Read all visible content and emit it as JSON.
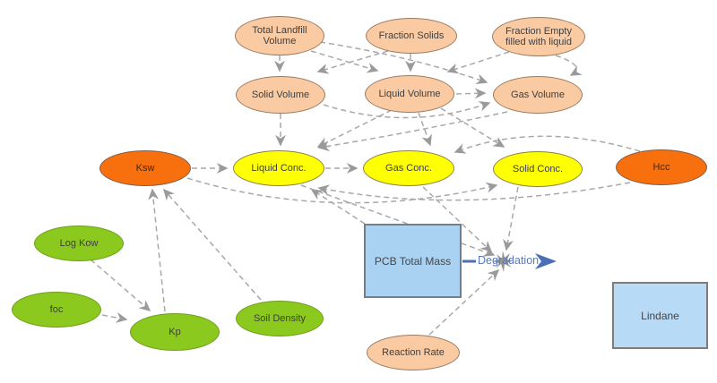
{
  "palette": {
    "converter_fill": "#facba3",
    "concentration_fill": "#ffff04",
    "coefficient_fill": "#f8700e",
    "soil_param_fill": "#8bc91e",
    "stock_fill": "#a9d2f2",
    "arrow_gray": "#a8a8a8",
    "flow_blue": "#4a6fb5"
  },
  "nodes": {
    "total_landfill_volume": {
      "label": "Total Landfill Volume"
    },
    "fraction_solids": {
      "label": "Fraction Solids"
    },
    "fraction_empty": {
      "label": "Fraction Empty filled with liquid"
    },
    "solid_volume": {
      "label": "Solid Volume"
    },
    "liquid_volume": {
      "label": "Liquid Volume"
    },
    "gas_volume": {
      "label": "Gas Volume"
    },
    "ksw": {
      "label": "Ksw"
    },
    "liquid_conc": {
      "label": "Liquid Conc."
    },
    "gas_conc": {
      "label": "Gas Conc."
    },
    "solid_conc": {
      "label": "Solid Conc."
    },
    "hcc": {
      "label": "Hcc"
    },
    "log_kow": {
      "label": "Log Kow"
    },
    "foc": {
      "label": "foc"
    },
    "kp": {
      "label": "Kp"
    },
    "soil_density": {
      "label": "Soil Density"
    },
    "reaction_rate": {
      "label": "Reaction Rate"
    },
    "pcb_total_mass": {
      "label": "PCB Total Mass"
    },
    "lindane": {
      "label": "Lindane"
    }
  },
  "flow": {
    "degradation_label": "Degradation"
  },
  "edges": [
    {
      "from": "Total Landfill Volume",
      "to": "Solid Volume"
    },
    {
      "from": "Total Landfill Volume",
      "to": "Liquid Volume"
    },
    {
      "from": "Total Landfill Volume",
      "to": "Gas Volume"
    },
    {
      "from": "Fraction Solids",
      "to": "Solid Volume"
    },
    {
      "from": "Fraction Solids",
      "to": "Liquid Volume"
    },
    {
      "from": "Fraction Empty filled with liquid",
      "to": "Liquid Volume"
    },
    {
      "from": "Fraction Empty filled with liquid",
      "to": "Gas Volume"
    },
    {
      "from": "Liquid Volume",
      "to": "Gas Volume"
    },
    {
      "from": "Solid Volume",
      "to": "Gas Volume"
    },
    {
      "from": "Solid Volume",
      "to": "Liquid Conc."
    },
    {
      "from": "Liquid Volume",
      "to": "Liquid Conc."
    },
    {
      "from": "Liquid Volume",
      "to": "Gas Conc."
    },
    {
      "from": "Liquid Volume",
      "to": "Solid Conc."
    },
    {
      "from": "Gas Volume",
      "to": "Liquid Conc."
    },
    {
      "from": "Ksw",
      "to": "Liquid Conc."
    },
    {
      "from": "Liquid Conc.",
      "to": "Gas Conc."
    },
    {
      "from": "Hcc",
      "to": "Gas Conc."
    },
    {
      "from": "Hcc",
      "to": "Liquid Conc."
    },
    {
      "from": "Ksw",
      "to": "Solid Conc."
    },
    {
      "from": "PCB Total Mass",
      "to": "Liquid Conc."
    },
    {
      "from": "Liquid Conc.",
      "to": "Degradation"
    },
    {
      "from": "Gas Conc.",
      "to": "Degradation"
    },
    {
      "from": "Solid Conc.",
      "to": "Degradation"
    },
    {
      "from": "Reaction Rate",
      "to": "Degradation"
    },
    {
      "from": "Kp",
      "to": "Ksw"
    },
    {
      "from": "Log Kow",
      "to": "Kp"
    },
    {
      "from": "foc",
      "to": "Kp"
    },
    {
      "from": "Soil Density",
      "to": "Ksw"
    }
  ]
}
